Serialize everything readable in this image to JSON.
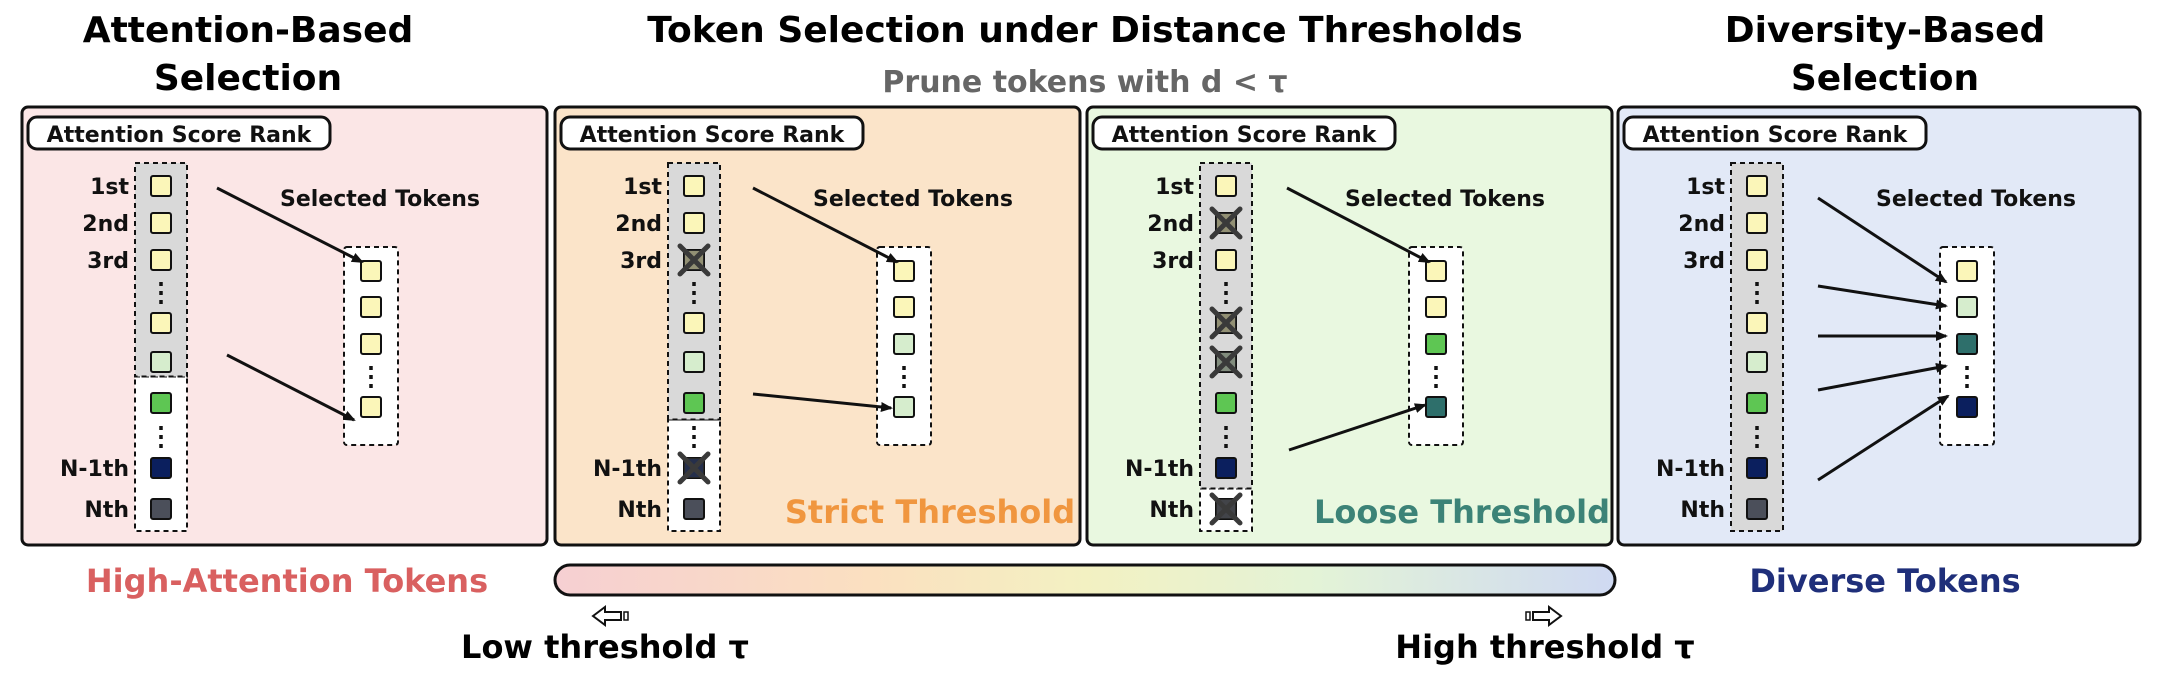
{
  "colors": {
    "panel_bgs": [
      "#fbe6e6",
      "#fbe4c9",
      "#e9f8e0",
      "#e2e9f7"
    ],
    "token_colors": [
      "#fbf6b9",
      "#d6edcd",
      "#5ec653",
      "#2e6f6b",
      "#0b1f5e",
      "#4b4f5a"
    ],
    "high_attention_text": "#d96060",
    "strict_text": "#f0963f",
    "loose_text": "#3c8377",
    "diverse_text": "#1f2f7a",
    "subtitle_text": "#666666"
  },
  "titles": {
    "attention_line1": "Attention-Based",
    "attention_line2": "Selection",
    "center": "Token Selection under Distance Thresholds",
    "subtitle": "Prune tokens with d < τ",
    "diversity_line1": "Diversity-Based",
    "diversity_line2": "Selection"
  },
  "panels": [
    {
      "rank_label": "Attention Score Rank",
      "selected_label": "Selected Tokens",
      "threshold_label": "",
      "rank_slots": [
        {
          "label": "1st",
          "token": 0,
          "crossed": false
        },
        {
          "label": "2nd",
          "token": 0,
          "crossed": false
        },
        {
          "label": "3rd",
          "token": 0,
          "crossed": false
        },
        {
          "label": "",
          "token": "dots",
          "crossed": false
        },
        {
          "label": "",
          "token": 0,
          "crossed": false
        },
        {
          "label": "",
          "token": 1,
          "crossed": false
        },
        {
          "label": "",
          "token": 2,
          "crossed": false
        },
        {
          "label": "",
          "token": "dots",
          "crossed": false
        },
        {
          "label": "N-1th",
          "token": 4,
          "crossed": false
        },
        {
          "label": "Nth",
          "token": 5,
          "crossed": false
        }
      ],
      "selected": [
        0,
        0,
        0,
        "dots",
        0
      ]
    },
    {
      "rank_label": "Attention Score Rank",
      "selected_label": "Selected Tokens",
      "threshold_label": "Strict Threshold",
      "rank_slots": [
        {
          "label": "1st",
          "token": 0,
          "crossed": false
        },
        {
          "label": "2nd",
          "token": 0,
          "crossed": false
        },
        {
          "label": "3rd",
          "token": 0,
          "crossed": true
        },
        {
          "label": "",
          "token": "dots",
          "crossed": false
        },
        {
          "label": "",
          "token": 0,
          "crossed": false
        },
        {
          "label": "",
          "token": 1,
          "crossed": false
        },
        {
          "label": "",
          "token": 2,
          "crossed": false
        },
        {
          "label": "",
          "token": "dots",
          "crossed": false
        },
        {
          "label": "N-1th",
          "token": 4,
          "crossed": true
        },
        {
          "label": "Nth",
          "token": 5,
          "crossed": false
        }
      ],
      "selected": [
        0,
        0,
        1,
        "dots",
        1
      ]
    },
    {
      "rank_label": "Attention Score Rank",
      "selected_label": "Selected Tokens",
      "threshold_label": "Loose Threshold",
      "rank_slots": [
        {
          "label": "1st",
          "token": 0,
          "crossed": false
        },
        {
          "label": "2nd",
          "token": 0,
          "crossed": true
        },
        {
          "label": "3rd",
          "token": 0,
          "crossed": false
        },
        {
          "label": "",
          "token": "dots",
          "crossed": false
        },
        {
          "label": "",
          "token": 0,
          "crossed": true
        },
        {
          "label": "",
          "token": 1,
          "crossed": true
        },
        {
          "label": "",
          "token": 2,
          "crossed": false
        },
        {
          "label": "",
          "token": "dots",
          "crossed": false
        },
        {
          "label": "N-1th",
          "token": 4,
          "crossed": false
        },
        {
          "label": "Nth",
          "token": 5,
          "crossed": true
        }
      ],
      "selected": [
        0,
        0,
        2,
        "dots",
        3
      ]
    },
    {
      "rank_label": "Attention Score Rank",
      "selected_label": "Selected Tokens",
      "threshold_label": "",
      "rank_slots": [
        {
          "label": "1st",
          "token": 0,
          "crossed": false
        },
        {
          "label": "2nd",
          "token": 0,
          "crossed": false
        },
        {
          "label": "3rd",
          "token": 0,
          "crossed": false
        },
        {
          "label": "",
          "token": "dots",
          "crossed": false
        },
        {
          "label": "",
          "token": 0,
          "crossed": false
        },
        {
          "label": "",
          "token": 1,
          "crossed": false
        },
        {
          "label": "",
          "token": 2,
          "crossed": false
        },
        {
          "label": "",
          "token": "dots",
          "crossed": false
        },
        {
          "label": "N-1th",
          "token": 4,
          "crossed": false
        },
        {
          "label": "Nth",
          "token": 5,
          "crossed": false
        }
      ],
      "selected": [
        0,
        1,
        3,
        "dots",
        4
      ]
    }
  ],
  "bottom": {
    "high_attention": "High-Attention Tokens",
    "diverse": "Diverse Tokens",
    "low_threshold": "Low threshold τ",
    "high_threshold": "High threshold τ"
  }
}
